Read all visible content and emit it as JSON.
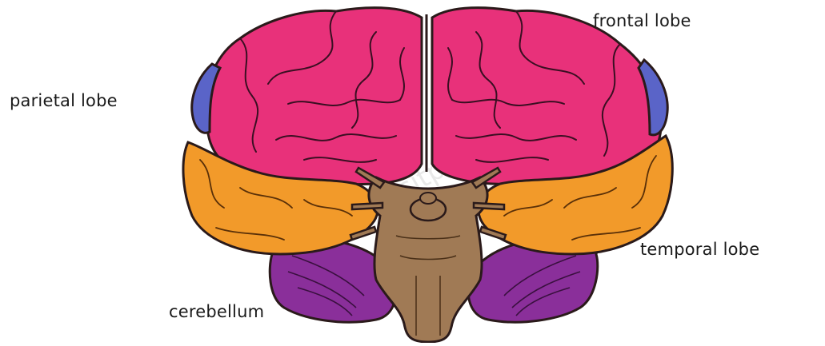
{
  "labels": {
    "frontal": "frontal lobe",
    "parietal": "parietal lobe",
    "temporal": "temporal lobe",
    "cerebellum": "cerebellum"
  },
  "watermark": "depositphotos",
  "colors": {
    "cerebrum": "#e8317a",
    "parietal": "#5a64c8",
    "temporal": "#f29a2a",
    "cerebellum": "#8a2f9a",
    "brainstem": "#a07a55",
    "outline": "#2a1a1a"
  }
}
